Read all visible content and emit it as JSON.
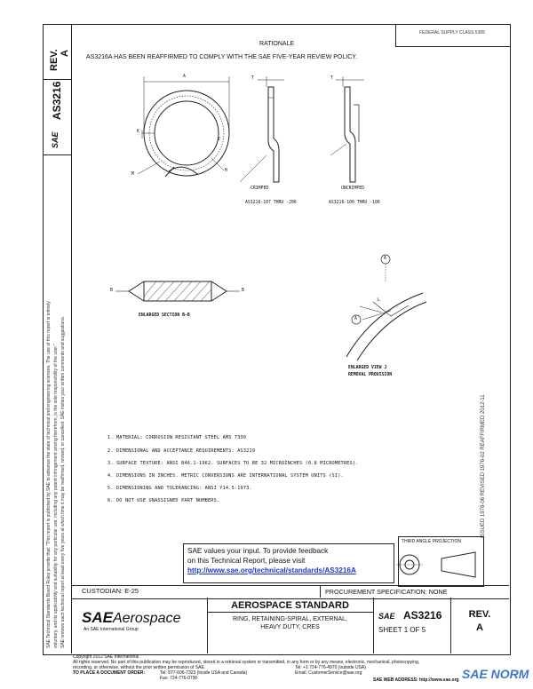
{
  "left_strip": {
    "rev_label": "REV.",
    "rev_value": "A",
    "doc_number": "AS3216",
    "disclaimer_lines": [
      "SAE Technical Standards Board Rules provide that: \"This report is published by SAE to advance the state of technical and engineering sciences. The use of this report is entirely",
      "voluntary, and its applicability and suitability for any particular use, including any patent infringement arising therefrom, is the sole responsibility of the user.\"",
      "SAE reviews each technical report at least every five years at which time it may be reaffirmed, revised, or cancelled. SAE invites your written comments and suggestions."
    ]
  },
  "right_strip": {
    "dates": "ISSUED 1978-06    REVISED 1976-02    REAFFIRMED 2012-11"
  },
  "federal_box": "FEDERAL SUPPLY CLASS 5365",
  "rationale": {
    "heading": "RATIONALE",
    "text": "AS3216A HAS BEEN REAFFIRMED TO COMPLY WITH THE SAE FIVE-YEAR REVIEW POLICY."
  },
  "drawing": {
    "crimped": "CRIMPED",
    "uncrimped": "UNCRIMPED",
    "range_left": "AS3216-107 THRU -206",
    "range_right": "AS3216-100 THRU -106",
    "section_title": "ENLARGED SECTION B-B",
    "view_title_1": "ENLARGED VIEW J",
    "view_title_2": "REMOVAL PROVISION",
    "letters": {
      "a": "A",
      "k": "K",
      "m": "M",
      "h": "H",
      "t": "T",
      "b": "B",
      "j": "J",
      "l": "L",
      "circ_a": "A"
    }
  },
  "notes": [
    "1.  MATERIAL:  CORROSION RESISTANT STEEL AMS 7330",
    "2.  DIMENSIONAL AND ACCEPTANCE REQUIREMENTS:  AS3219",
    "3.  SURFACE TEXTURE:  ANSI B46.1-1962.  SURFACES TO BE 32 MICROINCHES (0.8 MICROMETRES).",
    "4.  DIMENSIONS IN INCHES.  METRIC CONVERSIONS ARE INTERNATIONAL SYSTEM UNITS (SI).",
    "5.  DIMENSIONING AND TOLERANCING:  ANSI Y14.5-1973.",
    "6.  DO NOT USE UNASSIGNED PART NUMBERS."
  ],
  "feedback": {
    "line1": "SAE values your input. To provide feedback",
    "line2": "on this Technical Report, please visit",
    "url": "http://www.sae.org/technical/standards/AS3216A"
  },
  "third_angle": "THIRD ANGLE PROJECTION",
  "custodian": "CUSTODIAN:  E-25",
  "procurement": "PROCUREMENT SPECIFICATION:  NONE",
  "title_block": {
    "brand_sae": "SAE",
    "brand_aero": "Aerospace",
    "brand_sub": "An SAE International Group",
    "standard": "AEROSPACE STANDARD",
    "part_line1": "RING, RETAINING-SPIRAL, EXTERNAL,",
    "part_line2": "HEAVY DUTY, CRES",
    "sae_small": "SAE",
    "number": "AS3216",
    "sheet": "SHEET 1 OF 5",
    "rev_label": "REV.",
    "rev_value": "A"
  },
  "footer": {
    "copyright": "Copyright 2012 SAE International",
    "rights": "All rights reserved. No part of this publication may be reproduced, stored in a retrieval system or transmitted, in any form or by any means, electronic, mechanical, photocopying,",
    "rights2": "recording, or otherwise, without the prior written permission of SAE.",
    "order_label": "TO PLACE A DOCUMENT ORDER:",
    "tel": "Tel:  877-606-7323 (inside USA and Canada)",
    "tel2": "Tel:  +1 724-776-4970 (outside USA)",
    "fax": "Fax:  724-776-0790",
    "email": "Email:  CustomerService@sae.org",
    "web": "SAE WEB ADDRESS:  http://www.sae.org",
    "watermark": "SAE NORM"
  }
}
